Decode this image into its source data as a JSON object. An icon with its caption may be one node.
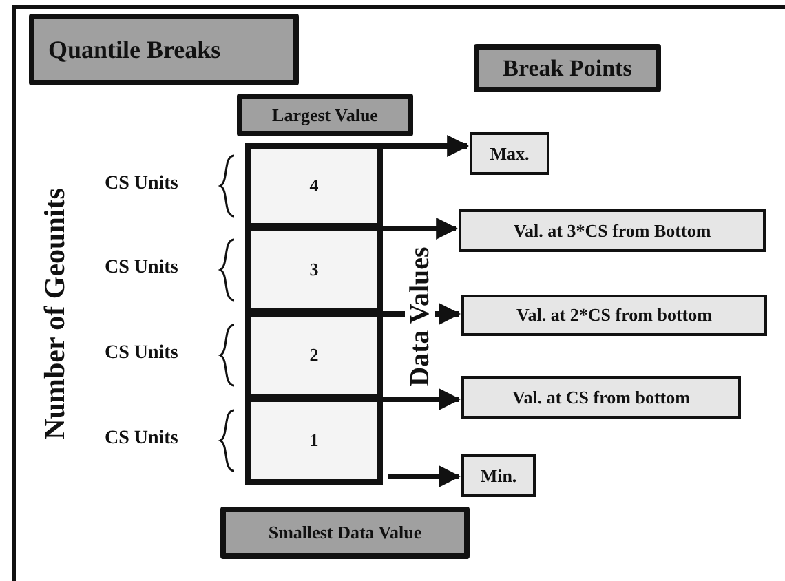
{
  "diagram": {
    "title": "Quantile Breaks",
    "nodes": [
      {
        "text": [
          "Break Points"
        ]
      },
      {
        "text": [
          "Largest Value"
        ]
      },
      {
        "text": [
          "4"
        ]
      },
      {
        "text": [
          "Max."
        ]
      },
      {
        "text": [
          "3"
        ]
      },
      {
        "text": [
          "Val. at 3*CS from Bottom"
        ]
      },
      {
        "text": [
          "2"
        ]
      },
      {
        "text": [
          "Val. at 2*CS from bottom"
        ]
      },
      {
        "text": [
          "1"
        ]
      },
      {
        "text": [
          "Val. at CS from bottom"
        ]
      },
      {
        "text": [
          "Min."
        ]
      },
      {
        "text": [
          "Smallest Data Value"
        ]
      }
    ],
    "edges": [
      {
        "from": 2,
        "to": 3,
        "arrow": "to"
      },
      {
        "from": 4,
        "to": 5,
        "arrow": "to"
      },
      {
        "from": 6,
        "to": 7,
        "arrow": "to"
      },
      {
        "from": 8,
        "to": 9,
        "arrow": "to"
      },
      {
        "from": 8,
        "to": 10,
        "arrow": "to"
      }
    ],
    "labels": [
      "Number of Geounits",
      "CS Units",
      "CS Units",
      "CS Units",
      "CS Units",
      "Data Values"
    ]
  }
}
